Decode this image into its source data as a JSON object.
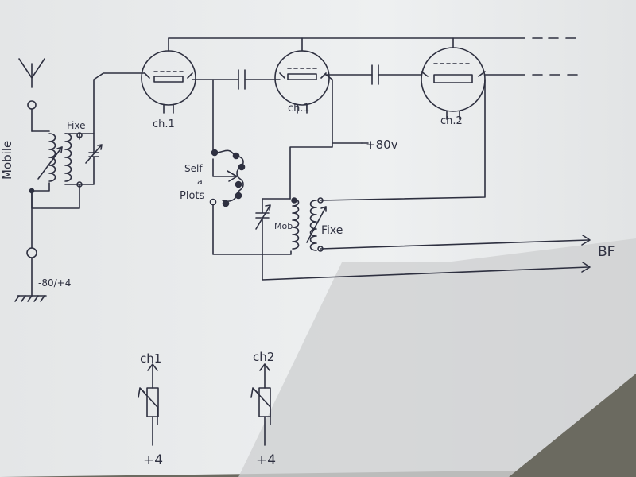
{
  "labels": {
    "mobile": "Mobile",
    "fixe_top": "Fixe",
    "tube1": "ch.1",
    "tube2": "ch.1",
    "tube3": "ch.2",
    "plus80v": "+80v",
    "self_a": "Self",
    "self_b": "a",
    "self_c": "Plots",
    "mob": "Mob",
    "fixe_bottom": "Fixe",
    "bf": "BF",
    "ground_voltage": "-80/+4",
    "ch1": "ch1",
    "ch2": "ch2",
    "plus4_a": "+4",
    "plus4_b": "+4"
  },
  "colors": {
    "ink": "#2e3040",
    "paper": "#e9ebec",
    "shadow": "#c9cbcc"
  }
}
